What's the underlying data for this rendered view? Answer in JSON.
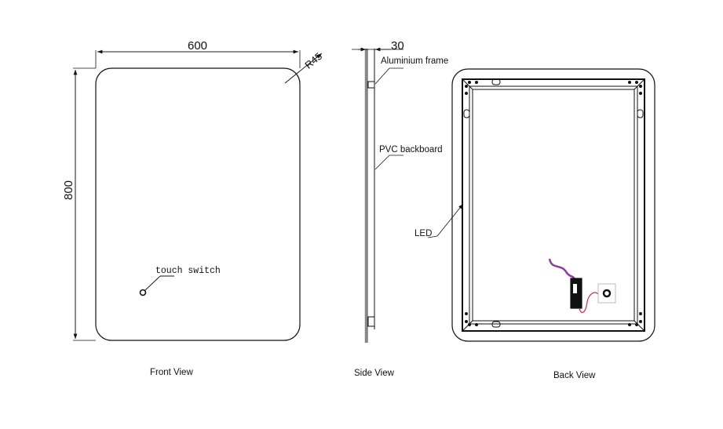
{
  "front_view": {
    "title": "Front View",
    "width_dim": "600",
    "height_dim": "800",
    "radius_dim": "R45",
    "touch_switch_label": "touch  switch"
  },
  "side_view": {
    "title": "Side View",
    "depth_dim": "30",
    "aluminium_frame_label": "Aluminium frame",
    "pvc_backboard_label": "PVC backboard"
  },
  "back_view": {
    "title": "Back View",
    "led_label": "LED",
    "wire_colors": {
      "input": "#8a3fa0",
      "output": "#c0304a"
    }
  }
}
